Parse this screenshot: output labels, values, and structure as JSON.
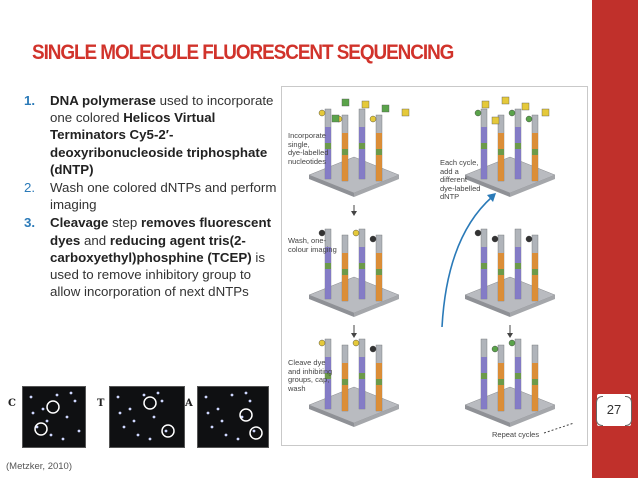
{
  "slide": {
    "title": "SINGLE MOLECULE FLUORESCENT SEQUENCING",
    "page_number": "27",
    "citation": "(Metzker, 2010)",
    "accent_color": "#c0302b",
    "title_color": "#d1332b"
  },
  "points": [
    {
      "num": "1.",
      "parts": [
        {
          "text": "DNA polymerase",
          "bold": true
        },
        {
          "text": " used to incorporate one colored ",
          "bold": false
        },
        {
          "text": "Helicos Virtual Terminators Cy5-2′-deoxyribonucleoside triphosphate (dNTP)",
          "bold": true
        }
      ]
    },
    {
      "num": "2.",
      "parts": [
        {
          "text": "Wash one colored dNTPs and perform imaging",
          "bold": false
        }
      ]
    },
    {
      "num": "3.",
      "parts": [
        {
          "text": "Cleavage",
          "bold": true
        },
        {
          "text": " step ",
          "bold": false
        },
        {
          "text": "removes fluorescent dyes",
          "bold": true
        },
        {
          "text": " and ",
          "bold": false
        },
        {
          "text": "reducing agent tris(2-carboxyethyl)phosphine (TCEP)",
          "bold": true
        },
        {
          "text": " is used to remove inhibitory group to allow incorporation of next dNTPs",
          "bold": false
        }
      ]
    }
  ],
  "figure": {
    "labels": {
      "incorporate": "Incorporate\nsingle,\ndye-labelled\nnucleotides",
      "each_cycle": "Each cycle,\nadd a\ndifferent\ndye-labelled\ndNTP",
      "wash": "Wash, one-\ncolour imaging",
      "cleave": "Cleave dye\nand inhibiting\ngroups, cap,\nwash",
      "repeat": "Repeat cycles"
    }
  },
  "spot_images": [
    {
      "letter": "C"
    },
    {
      "letter": "T"
    },
    {
      "letter": "A"
    }
  ]
}
